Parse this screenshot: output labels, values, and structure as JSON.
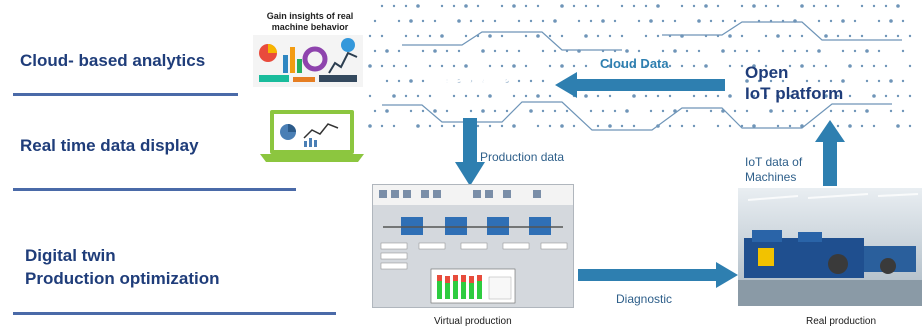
{
  "left_column": {
    "cloud_analytics": "Cloud- based analytics",
    "realtime_display": "Real time data display",
    "digital_twin_line1": "Digital twin",
    "digital_twin_line2": "Production optimization"
  },
  "insights_caption_line1": "Gain insights of real",
  "insights_caption_line2": "machine behavior",
  "nodes": {
    "cldt_app": "CLDT app",
    "iot_platform_line1": "Open",
    "iot_platform_line2": "IoT platform"
  },
  "flows": {
    "cloud_data": "Cloud Data",
    "production_data": "Production data",
    "iot_data_line1": "IoT data of",
    "iot_data_line2": "Machines",
    "diagnostic": "Diagnostic"
  },
  "captions": {
    "virtual_production": "Virtual production",
    "real_production": "Real  production"
  },
  "colors": {
    "label_blue": "#1f3d7a",
    "arrow_blue": "#2e7fb0",
    "dot_blue": "#6f95b8",
    "separator": "#4a6aa8"
  }
}
